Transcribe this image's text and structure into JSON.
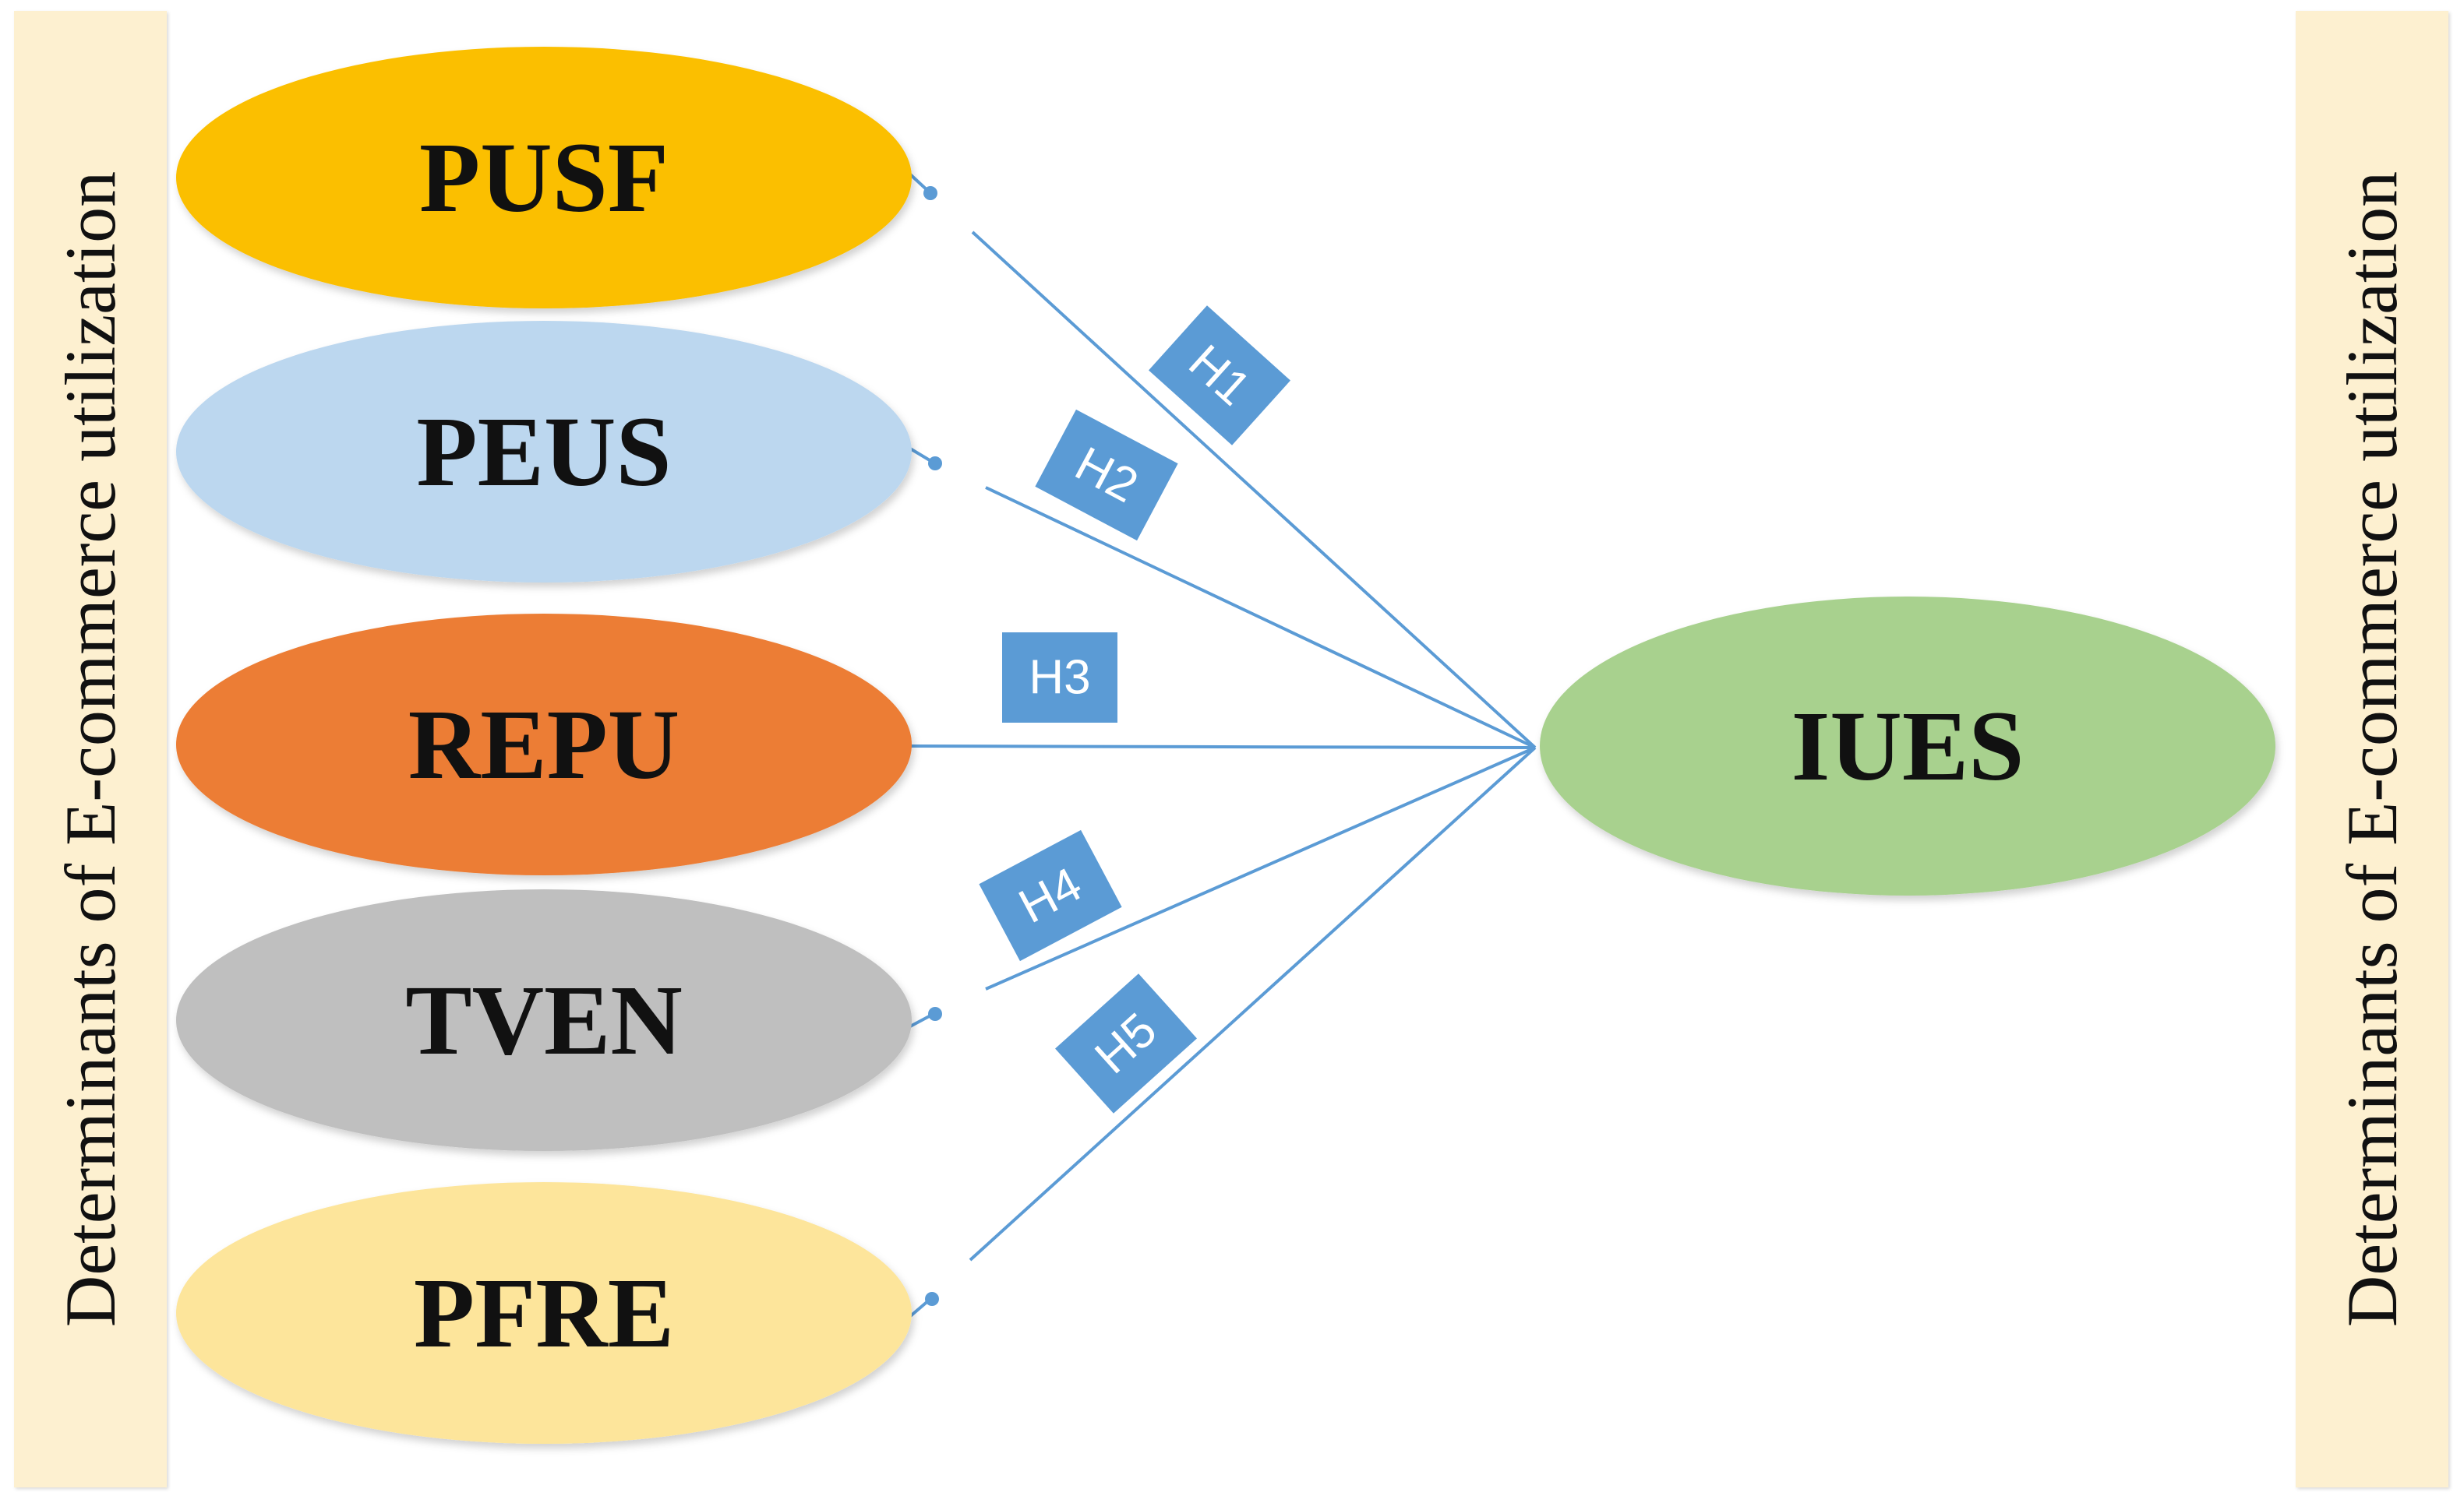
{
  "side_label": "Determinants of E-commerce utilization",
  "nodes": {
    "pusf": {
      "label": "PUSF",
      "color": "#fbbf05"
    },
    "peus": {
      "label": "PEUS",
      "color": "#bcd7ef"
    },
    "repu": {
      "label": "REPU",
      "color": "#ec7d34"
    },
    "tven": {
      "label": "TVEN",
      "color": "#bfbfbf"
    },
    "pfre": {
      "label": "PFRE",
      "color": "#fde59b"
    },
    "ies": {
      "label": "IUES",
      "color": "#a8d18e"
    }
  },
  "hypotheses": {
    "h1": "H1",
    "h2": "H2",
    "h3": "H3",
    "h4": "H4",
    "h5": "H5"
  },
  "colors": {
    "connector": "#5b9bd5",
    "label_box": "#5b9bd5",
    "panel": "#fdf0d0"
  }
}
